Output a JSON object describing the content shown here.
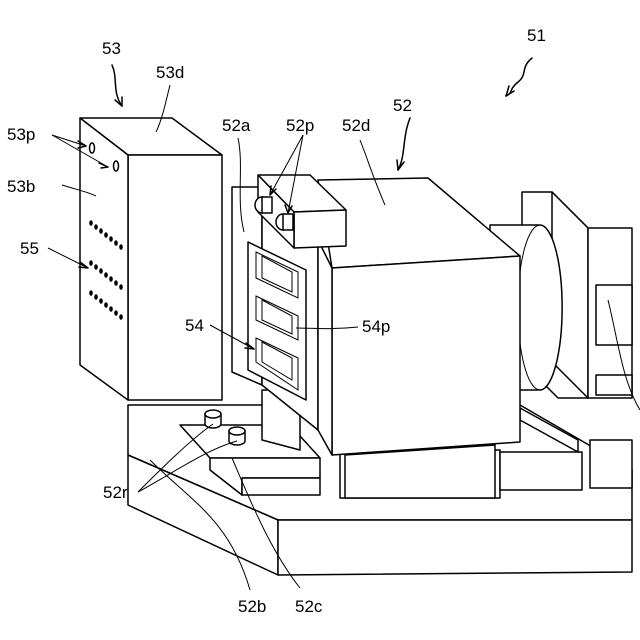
{
  "labels": {
    "assembly": "51",
    "unit_a": "52",
    "unit_a_side": "52a",
    "unit_a_plate": "52b",
    "unit_a_recess": "52c",
    "unit_a_top": "52d",
    "unit_a_pins": "52p",
    "unit_a_receptacles": "52r",
    "unit_b": "53",
    "unit_b_side": "53b",
    "unit_b_top": "53d",
    "unit_b_holes": "53p",
    "connector": "54",
    "connector_pins": "54p",
    "vents": "55"
  }
}
